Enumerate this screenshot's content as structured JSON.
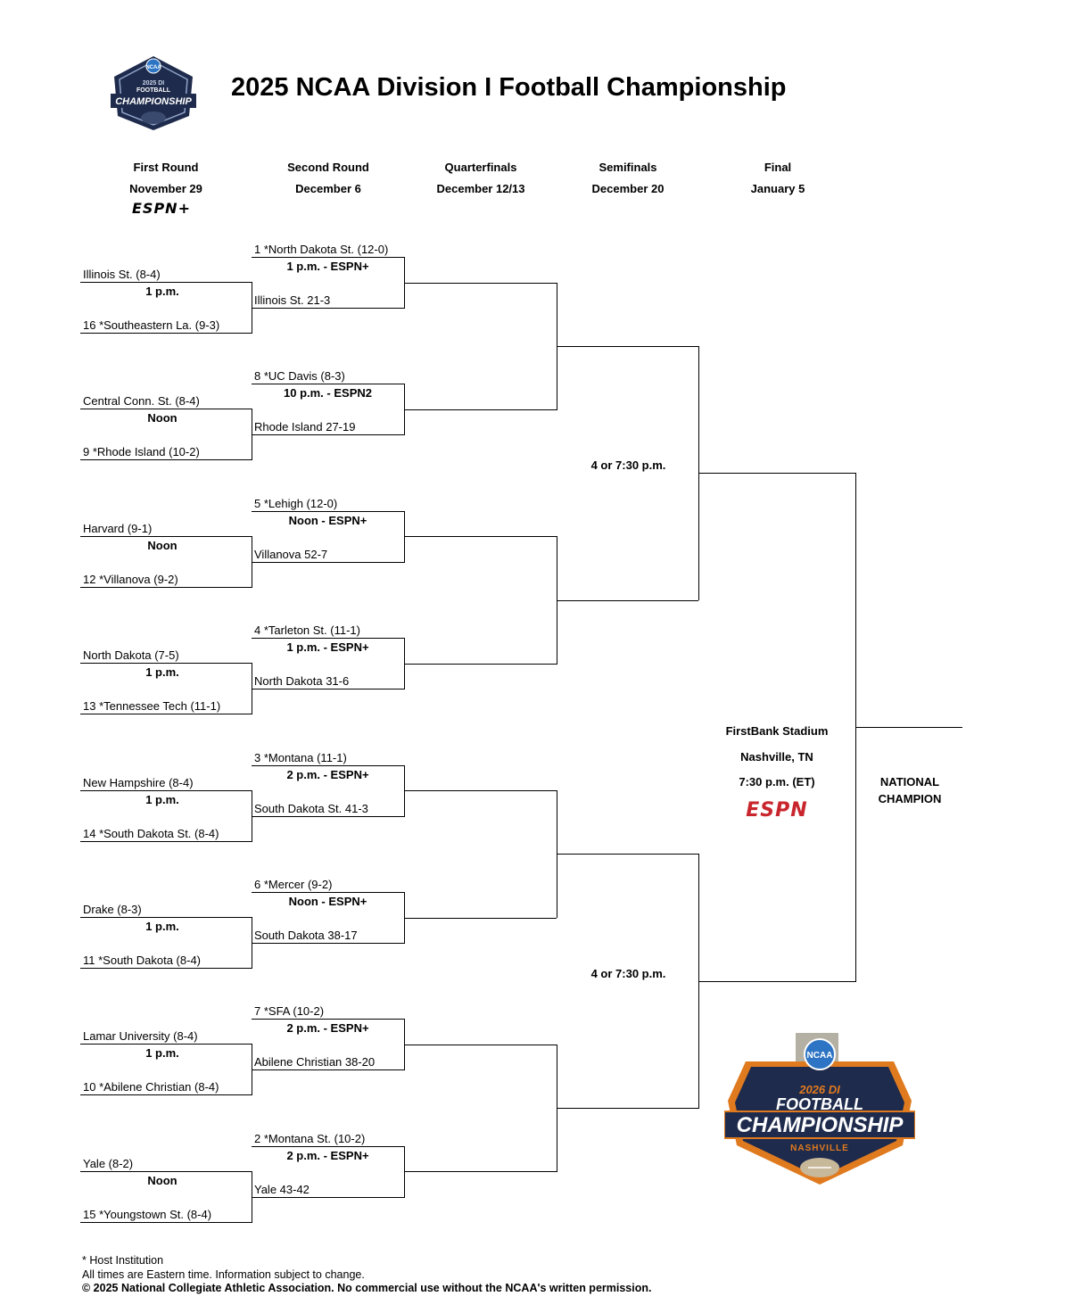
{
  "title": "2025 NCAA Division I Football Championship",
  "logo_small": {
    "badge": "NCAA",
    "line1": "2025 DI",
    "line2": "FOOTBALL",
    "line3": "CHAMPIONSHIP"
  },
  "logo_large": {
    "badge": "NCAA",
    "line1": "2026 DI",
    "line2": "FOOTBALL",
    "line3": "CHAMPIONSHIP",
    "line4": "NASHVILLE"
  },
  "rounds": [
    {
      "name": "First Round",
      "date": "November 29"
    },
    {
      "name": "Second Round",
      "date": "December 6"
    },
    {
      "name": "Quarterfinals",
      "date": "December 12/13"
    },
    {
      "name": "Semifinals",
      "date": "December 20"
    },
    {
      "name": "Final",
      "date": "January 5"
    }
  ],
  "tv": {
    "first_round": "ESPN+",
    "final": "ESPN"
  },
  "first_round": [
    {
      "top": "Illinois St. (8-4)",
      "time": "1 p.m.",
      "bottom": "16 *Southeastern La. (9-3)"
    },
    {
      "top": "Central Conn. St. (8-4)",
      "time": "Noon",
      "bottom": "9 *Rhode Island (10-2)"
    },
    {
      "top": "Harvard (9-1)",
      "time": "Noon",
      "bottom": "12 *Villanova (9-2)"
    },
    {
      "top": "North Dakota (7-5)",
      "time": "1 p.m.",
      "bottom": "13 *Tennessee Tech (11-1)"
    },
    {
      "top": "New Hampshire (8-4)",
      "time": "1 p.m.",
      "bottom": "14 *South Dakota St. (8-4)"
    },
    {
      "top": "Drake (8-3)",
      "time": "1 p.m.",
      "bottom": "11 *South Dakota (8-4)"
    },
    {
      "top": "Lamar University (8-4)",
      "time": "1 p.m.",
      "bottom": "10 *Abilene Christian (8-4)"
    },
    {
      "top": "Yale (8-2)",
      "time": "Noon",
      "bottom": "15 *Youngstown St. (8-4)"
    }
  ],
  "second_round": [
    {
      "top": "1 *North Dakota St. (12-0)",
      "time": "1 p.m. - ESPN+",
      "bottom": "Illinois St. 21-3"
    },
    {
      "top": "8 *UC Davis (8-3)",
      "time": "10 p.m. - ESPN2",
      "bottom": "Rhode Island 27-19"
    },
    {
      "top": "5 *Lehigh (12-0)",
      "time": "Noon - ESPN+",
      "bottom": "Villanova 52-7"
    },
    {
      "top": "4 *Tarleton St. (11-1)",
      "time": "1 p.m. - ESPN+",
      "bottom": "North Dakota 31-6"
    },
    {
      "top": "3 *Montana (11-1)",
      "time": "2 p.m. - ESPN+",
      "bottom": "South Dakota St. 41-3"
    },
    {
      "top": "6 *Mercer (9-2)",
      "time": "Noon - ESPN+",
      "bottom": "South Dakota 38-17"
    },
    {
      "top": "7 *SFA (10-2)",
      "time": "2 p.m. - ESPN+",
      "bottom": "Abilene Christian 38-20"
    },
    {
      "top": "2 *Montana St. (10-2)",
      "time": "2 p.m. - ESPN+",
      "bottom": "Yale 43-42"
    }
  ],
  "semifinals": [
    {
      "time": "4 or 7:30 p.m."
    },
    {
      "time": "4 or 7:30 p.m."
    }
  ],
  "final": {
    "venue": "FirstBank Stadium",
    "city": "Nashville, TN",
    "time": "7:30 p.m. (ET)"
  },
  "champion": {
    "line1": "NATIONAL",
    "line2": "CHAMPION"
  },
  "footer": {
    "host_note": "* Host Institution",
    "times_note": "All times are Eastern time. Information subject to change.",
    "copyright": "© 2025 National Collegiate Athletic Association.  No commercial use without the NCAA's written permission."
  }
}
